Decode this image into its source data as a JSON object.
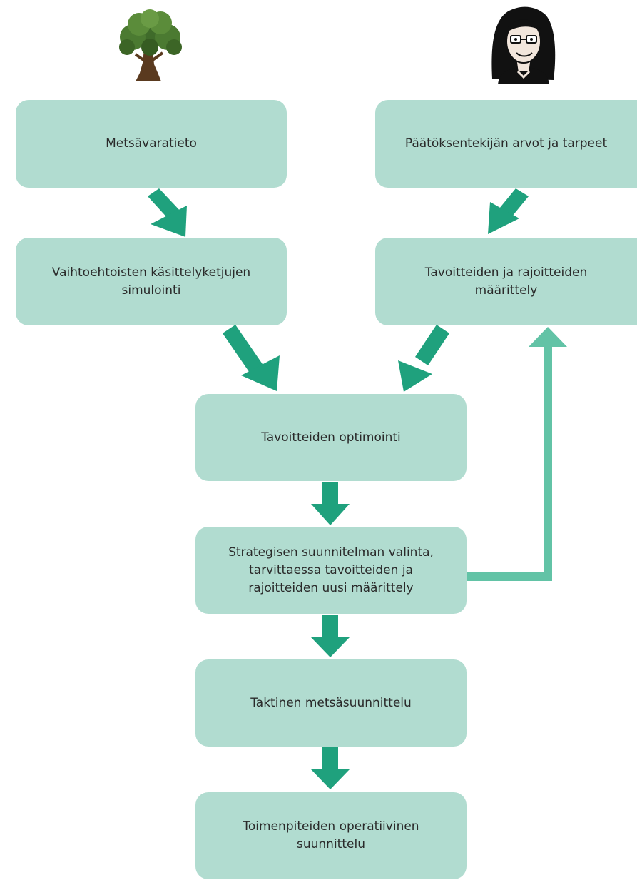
{
  "nodes": {
    "metsavaratieto": "Metsävaratieto",
    "paatoksentekija": "Päätöksentekijän arvot ja tarpeet",
    "simulointi": "Vaihtoehtoisten käsittelyketjujen\nsimulointi",
    "tavoitteet_rajoitteet": "Tavoitteiden ja rajoitteiden\nmäärittely",
    "optimointi": "Tavoitteiden optimointi",
    "strateginen_valinta": "Strategisen suunnitelman valinta,\ntarvittaessa tavoitteiden ja\nrajoitteiden uusi määrittely",
    "taktinen": "Taktinen metsäsuunnittelu",
    "operatiivinen": "Toimenpiteiden operatiivinen\nsuunnittelu"
  },
  "icons": {
    "left": "tree-icon",
    "right": "decision-maker-icon"
  },
  "colors": {
    "box_fill": "#b1dcd0",
    "arrow": "#1fa17d",
    "feedback_arrow": "#62c3a6",
    "text": "#2a2a2a"
  }
}
